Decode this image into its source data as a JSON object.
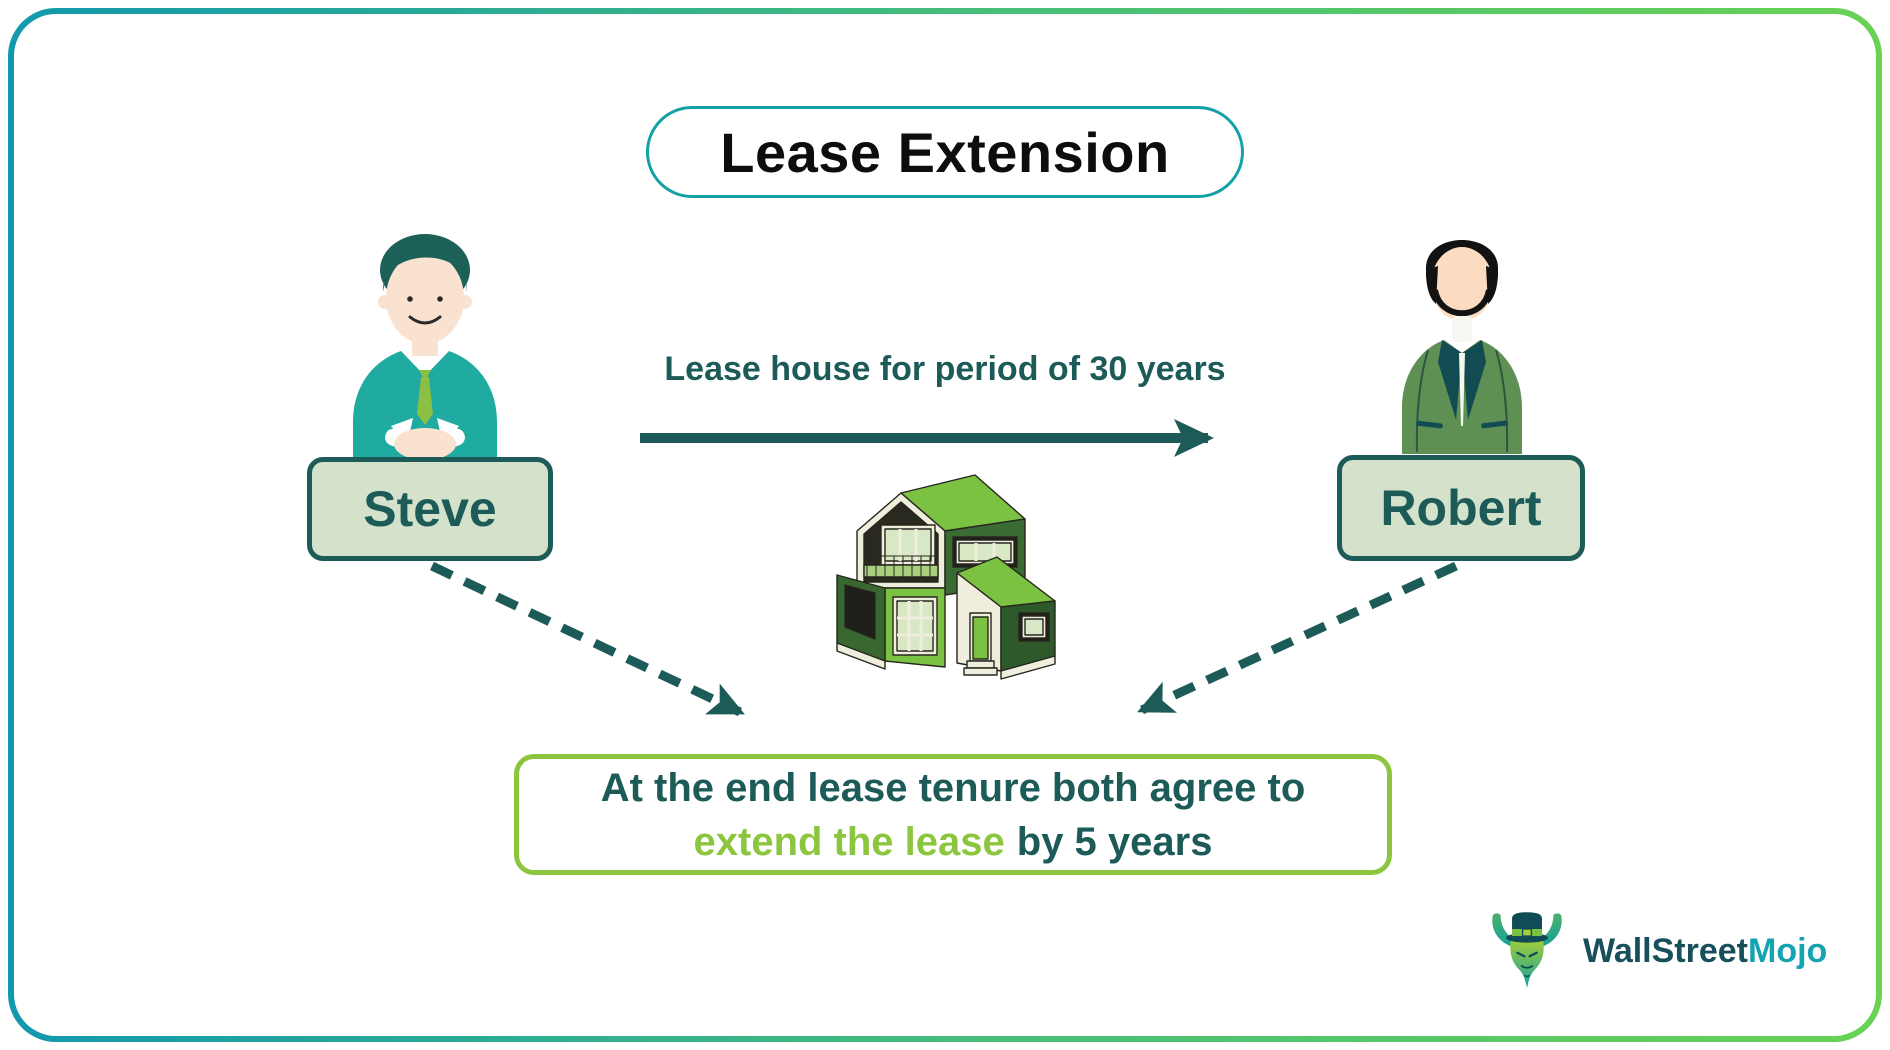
{
  "title": "Lease Extension",
  "transaction": {
    "arrow_label": "Lease house for period of 30 years"
  },
  "people": {
    "lessor": {
      "name": "Steve"
    },
    "lessee": {
      "name": "Robert"
    }
  },
  "outcome": {
    "segment1": "At the end lease tenure both agree to",
    "highlight": "extend the lease",
    "segment2": "by 5 years"
  },
  "logo": {
    "brand_part1": "WallStreet",
    "brand_part2": "Mojo"
  },
  "icons": {
    "left_person": "businessman-in-teal-suit",
    "right_person": "man-in-green-jacket",
    "center": "green-isometric-house",
    "logo": "bull-with-top-hat"
  },
  "colors": {
    "frame_gradient_left": "#1299ad",
    "frame_gradient_right": "#68d254",
    "dark_teal_text": "#1d5b58",
    "title_border_teal": "#12a1a6",
    "leaf_green": "#8cc63f",
    "name_box_fill": "#d4e2cc",
    "house_bright_green": "#7cc242",
    "house_dark_green": "#38682f",
    "logo_teal": "#13a3b1"
  }
}
